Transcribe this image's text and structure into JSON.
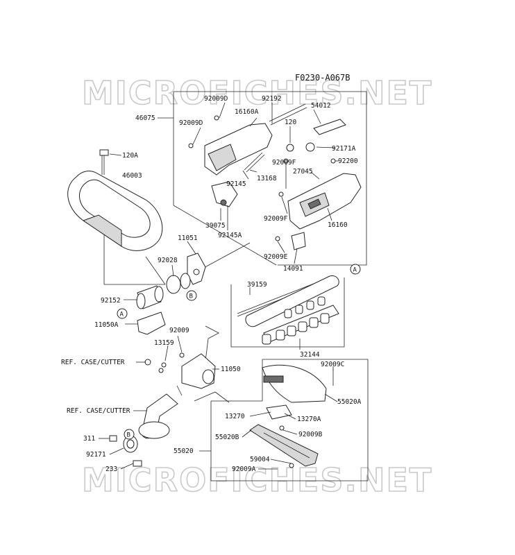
{
  "figure_code": "F0230-A067B",
  "watermark": "MICROFICHES.NET",
  "callouts": {
    "A": "A",
    "B": "B"
  },
  "part_labels": {
    "p92009D_top": "92009D",
    "p92192": "92192",
    "p54012": "54012",
    "p16160A": "16160A",
    "p46075": "46075",
    "p92009D_left": "92009D",
    "p120": "120",
    "p120A": "120A",
    "p92171A": "92171A",
    "p92200": "92200",
    "p46003": "46003",
    "p92009F_top": "92009F",
    "p27045": "27045",
    "p92145": "92145",
    "p13168": "13168",
    "p39075": "39075",
    "p92009F": "92009F",
    "p16160": "16160",
    "p92145A": "92145A",
    "p11051": "11051",
    "p92009E": "92009E",
    "p92028": "92028",
    "p14091": "14091",
    "p39159": "39159",
    "p92152": "92152",
    "p11050A": "11050A",
    "p92009_mid": "92009",
    "p13159": "13159",
    "p32144": "32144",
    "ref_case_1": "REF. CASE/CUTTER",
    "p11050": "11050",
    "p92009C": "92009C",
    "ref_case_2": "REF. CASE/CUTTER",
    "p55020A": "55020A",
    "p13270": "13270",
    "p13270A": "13270A",
    "p311": "311",
    "p55020B": "55020B",
    "p92009B": "92009B",
    "p55020": "55020",
    "p92171": "92171",
    "p59004": "59004",
    "p92009A": "92009A",
    "p233": "233"
  }
}
